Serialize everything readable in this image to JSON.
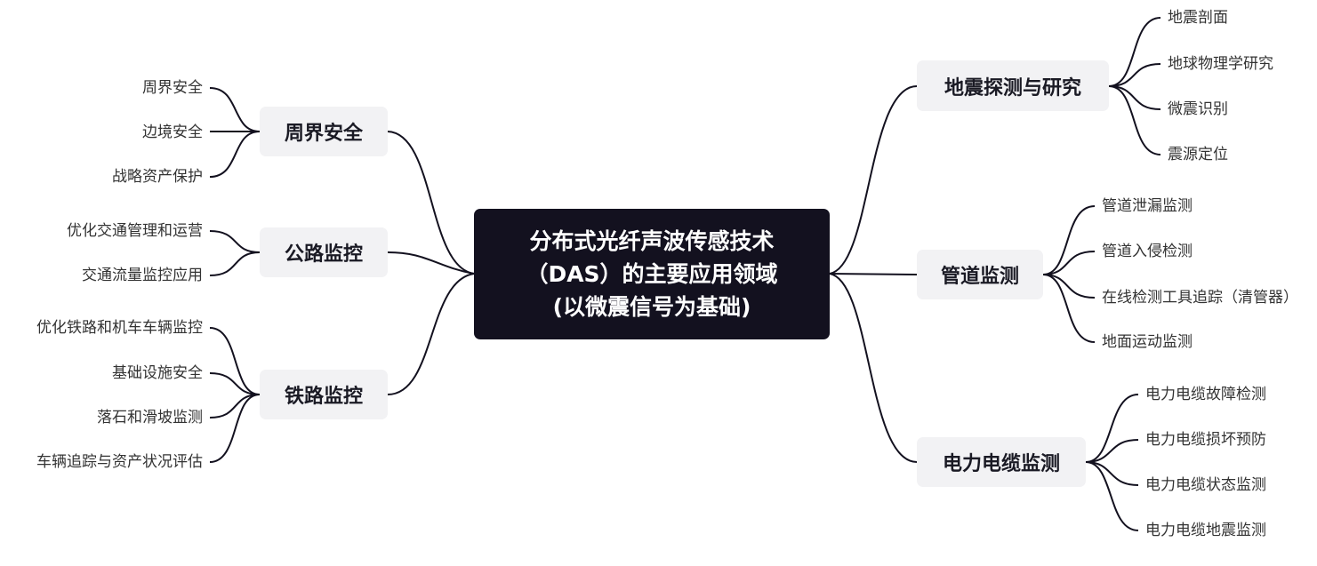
{
  "root": {
    "lines": [
      "分布式光纤声波传感技术",
      "（DAS）的主要应用领域",
      "(以微震信号为基础)"
    ]
  },
  "left_branches": [
    {
      "label": "周界安全",
      "children": [
        "周界安全",
        "边境安全",
        "战略资产保护"
      ]
    },
    {
      "label": "公路监控",
      "children": [
        "优化交通管理和运营",
        "交通流量监控应用"
      ]
    },
    {
      "label": "铁路监控",
      "children": [
        "优化铁路和机车车辆监控",
        "基础设施安全",
        "落石和滑坡监测",
        "车辆追踪与资产状况评估"
      ]
    }
  ],
  "right_branches": [
    {
      "label": "地震探测与研究",
      "children": [
        "地震剖面",
        "地球物理学研究",
        "微震识别",
        "震源定位"
      ]
    },
    {
      "label": "管道监测",
      "children": [
        "管道泄漏监测",
        "管道入侵检测",
        "在线检测工具追踪（清管器）",
        "地面运动监测"
      ]
    },
    {
      "label": "电力电缆监测",
      "children": [
        "电力电缆故障检测",
        "电力电缆损坏预防",
        "电力电缆状态监测",
        "电力电缆地震监测"
      ]
    }
  ],
  "colors": {
    "root_bg": "#13111f",
    "root_text": "#ffffff",
    "branch_bg": "#f2f2f4",
    "branch_text": "#1a1a24",
    "leaf_text": "#333333",
    "line": "#13111f"
  }
}
